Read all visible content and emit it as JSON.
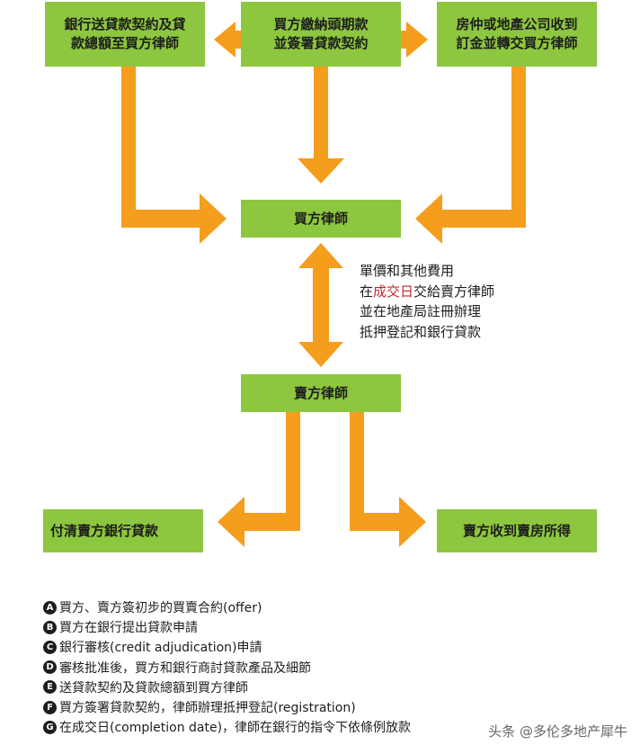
{
  "colors": {
    "box": "#8dc63f",
    "arrow": "#f59d1c",
    "highlight": "#c1272d",
    "text": "#1d1d1d"
  },
  "boxes": {
    "bank_send": "銀行送貸款契約及貸\n款總額至買方律師",
    "buyer_pay": "買方繳納頭期款\n並簽署貸款契約",
    "agent": "房仲或地產公司收到\n訂金並轉交買方律師",
    "buyer_lawyer": "買方律師",
    "seller_lawyer": "賣方律師",
    "payoff": "付清賣方銀行貸款",
    "proceeds": "賣方收到賣房所得"
  },
  "note": {
    "line1": "單價和其他費用",
    "line2_prefix": "在",
    "line2_highlight": "成交日",
    "line2_suffix": "交給賣方律師",
    "line3": "並在地產局註冊辦理",
    "line4": "抵押登記和銀行貸款"
  },
  "legend": [
    {
      "badge": "A",
      "text": "買方、賣方簽初步的買賣合約(offer)"
    },
    {
      "badge": "B",
      "text": "買方在銀行提出貸款申請"
    },
    {
      "badge": "C",
      "text": "銀行審核(credit adjudication)申請"
    },
    {
      "badge": "D",
      "text": "審核批准後，買方和銀行商討貸款產品及細節"
    },
    {
      "badge": "E",
      "text": "送貸款契約及貸款總額到買方律師"
    },
    {
      "badge": "F",
      "text": "買方簽署貸款契約，律師辦理抵押登記(registration)"
    },
    {
      "badge": "G",
      "text": "在成交日(completion date)，律師在銀行的指令下依條例放款"
    }
  ],
  "watermark": "头条 @多伦多地产犀牛"
}
